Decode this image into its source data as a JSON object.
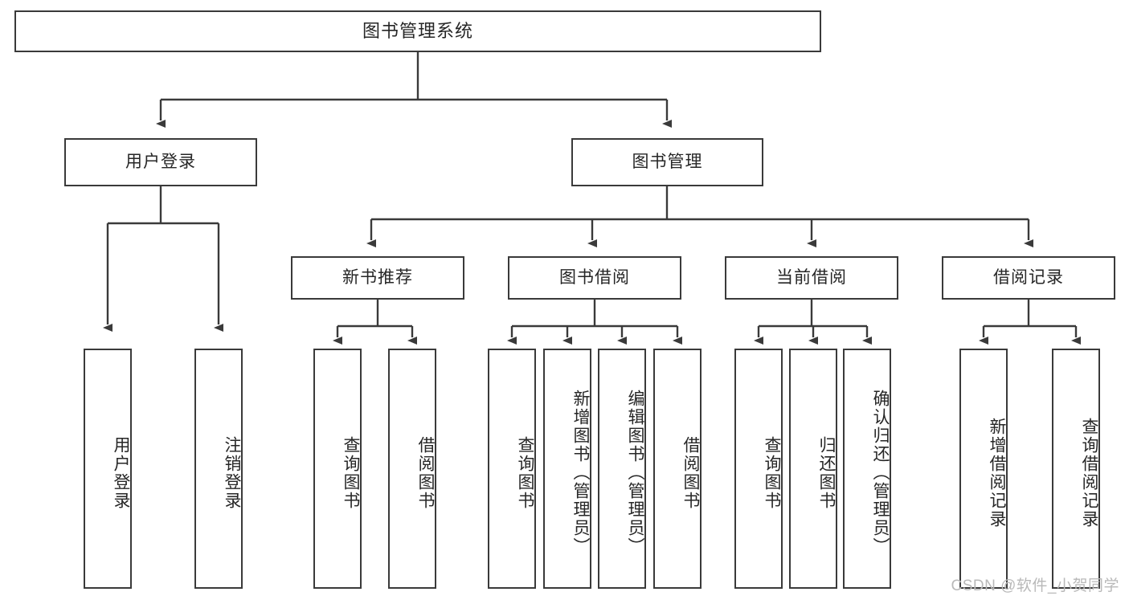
{
  "diagram": {
    "type": "tree-hierarchy",
    "title": "图书管理系统",
    "root": {
      "id": "root",
      "label": "图书管理系统"
    },
    "level2": [
      {
        "id": "user-login",
        "label": "用户登录"
      },
      {
        "id": "book-manage",
        "label": "图书管理"
      }
    ],
    "level3": [
      {
        "id": "new-book-recommend",
        "label": "新书推荐",
        "parent": "book-manage"
      },
      {
        "id": "book-borrow",
        "label": "图书借阅",
        "parent": "book-manage"
      },
      {
        "id": "current-borrow",
        "label": "当前借阅",
        "parent": "book-manage"
      },
      {
        "id": "borrow-record",
        "label": "借阅记录",
        "parent": "book-manage"
      }
    ],
    "leaves": [
      {
        "id": "leaf-user-login",
        "label": "用户登录",
        "parent": "user-login"
      },
      {
        "id": "leaf-logout",
        "label": "注销登录",
        "parent": "user-login"
      },
      {
        "id": "leaf-query-book-rec",
        "label": "查询图书",
        "parent": "new-book-recommend"
      },
      {
        "id": "leaf-borrow-book-rec",
        "label": "借阅图书",
        "parent": "new-book-recommend"
      },
      {
        "id": "leaf-query-book-borrow",
        "label": "查询图书",
        "parent": "book-borrow"
      },
      {
        "id": "leaf-add-book",
        "label": "新增图书（管理员）",
        "parent": "book-borrow"
      },
      {
        "id": "leaf-edit-book",
        "label": "编辑图书（管理员）",
        "parent": "book-borrow"
      },
      {
        "id": "leaf-borrow-book",
        "label": "借阅图书",
        "parent": "book-borrow"
      },
      {
        "id": "leaf-query-book-current",
        "label": "查询图书",
        "parent": "current-borrow"
      },
      {
        "id": "leaf-return-book",
        "label": "归还图书",
        "parent": "current-borrow"
      },
      {
        "id": "leaf-confirm-return",
        "label": "确认归还（管理员）",
        "parent": "current-borrow"
      },
      {
        "id": "leaf-add-record",
        "label": "新增借阅记录",
        "parent": "borrow-record"
      },
      {
        "id": "leaf-query-record",
        "label": "查询借阅记录",
        "parent": "borrow-record"
      }
    ],
    "colors": {
      "stroke": "#3a3a3a",
      "text": "#262626",
      "background": "#ffffff",
      "watermark": "#b9b9b9"
    }
  },
  "watermark": {
    "text": "CSDN @软件_小贺同学"
  }
}
